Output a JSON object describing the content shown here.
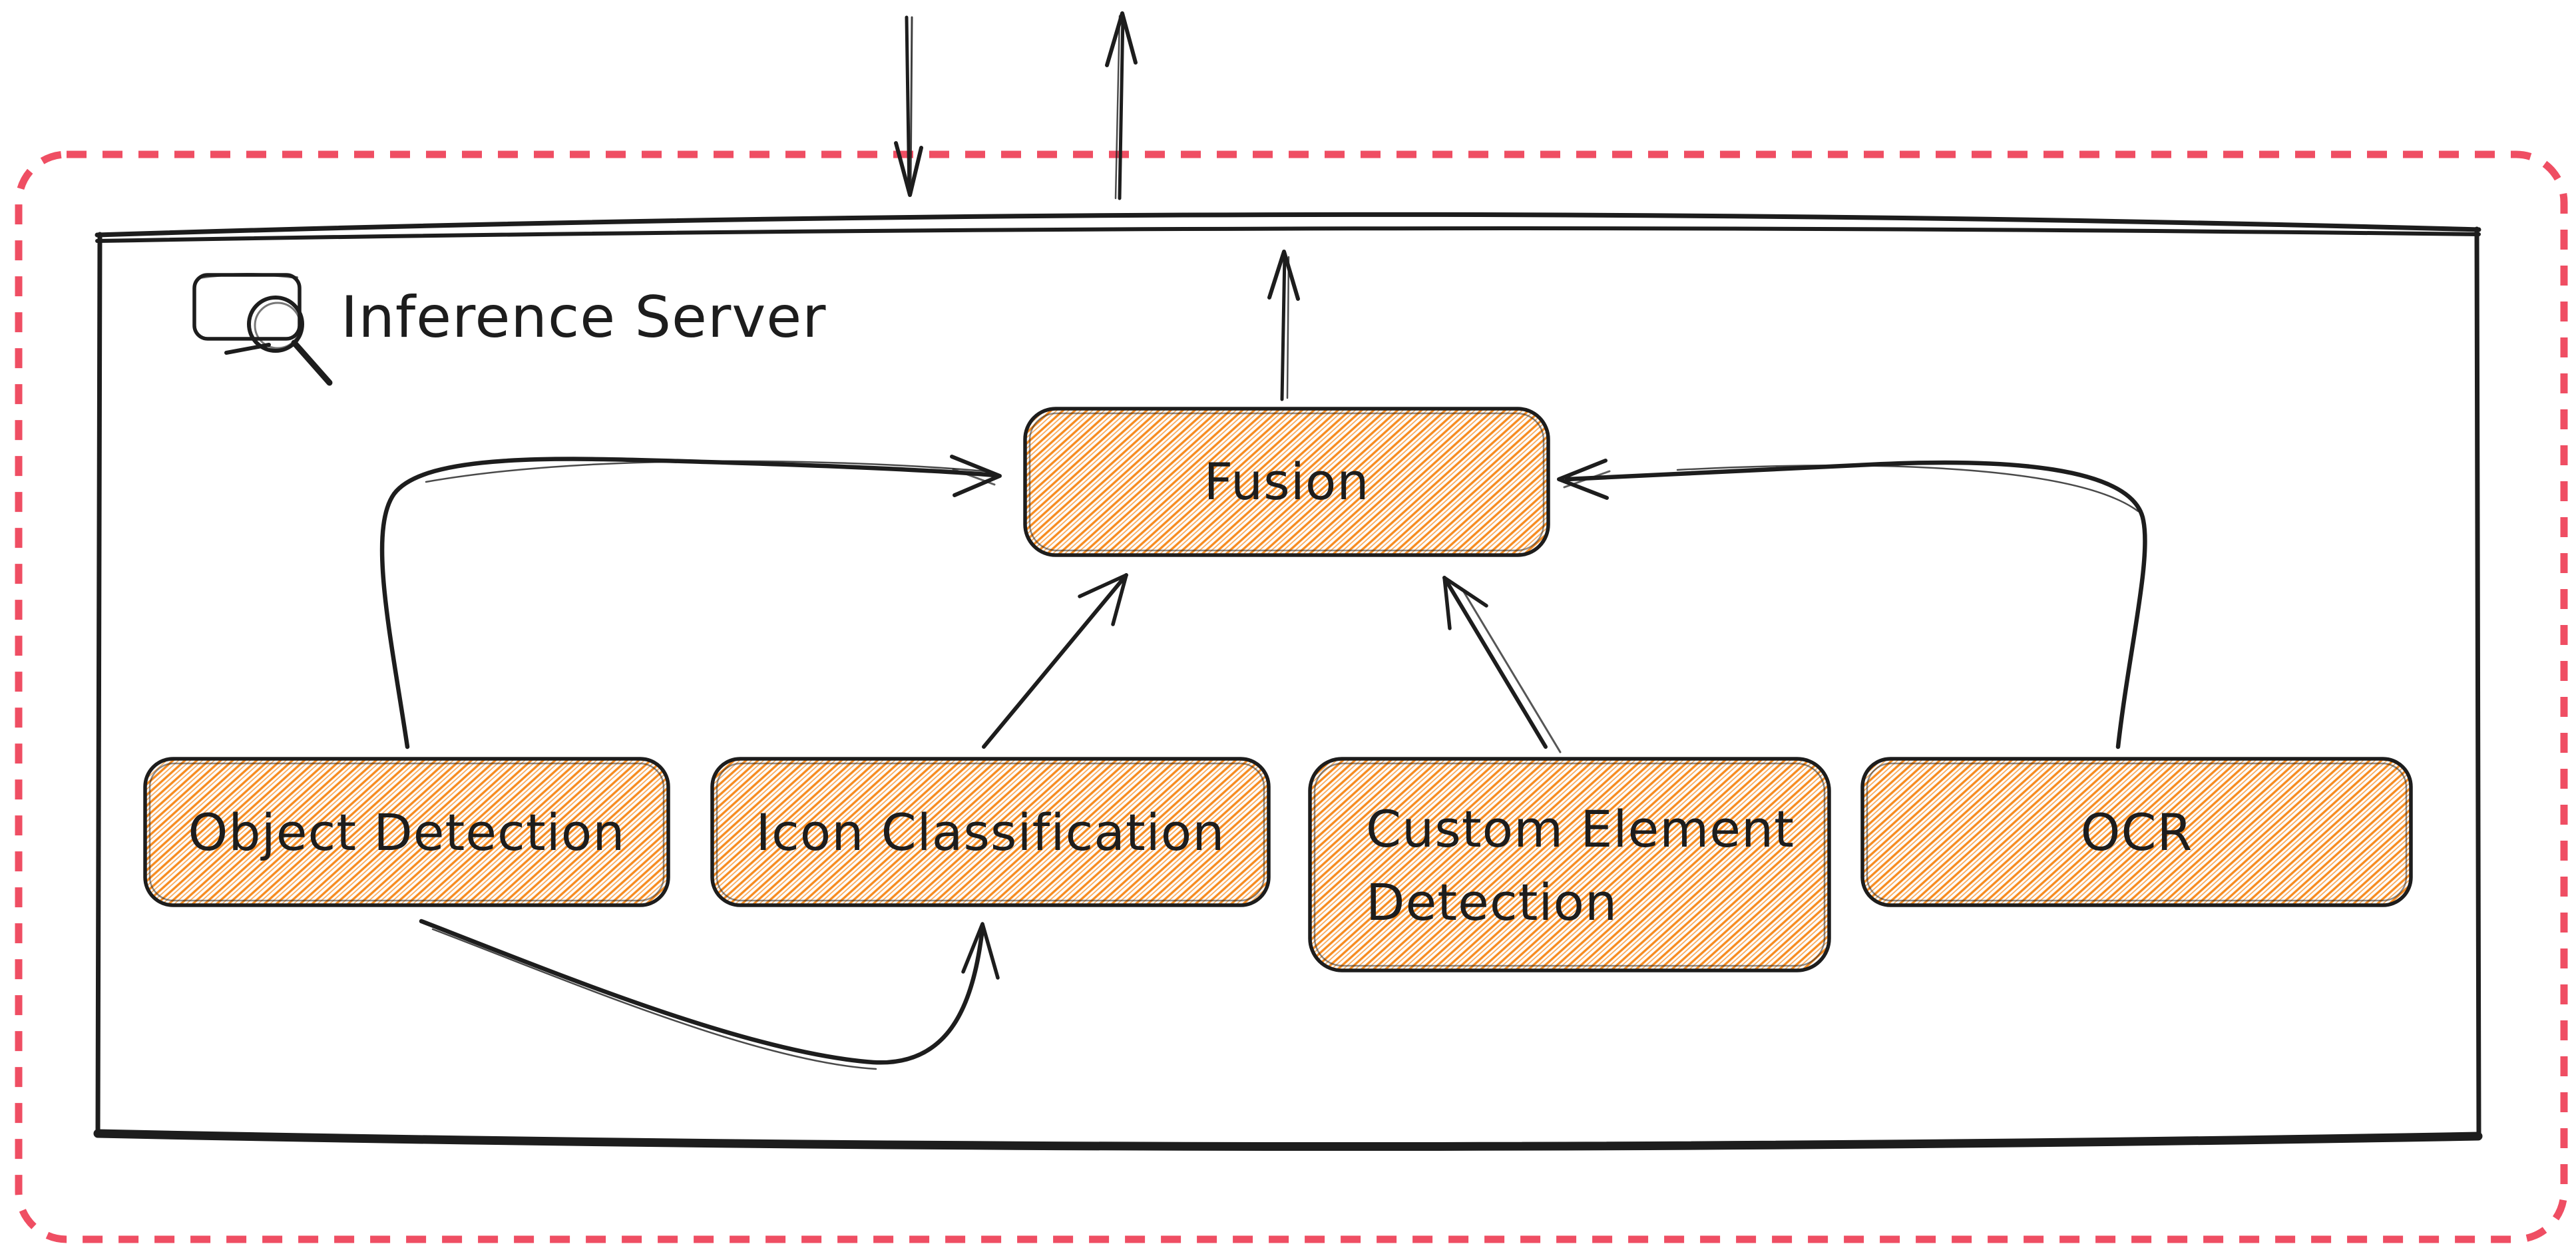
{
  "diagram": {
    "server": {
      "label": "Inference Server",
      "icon": "screenshot-magnifier-icon"
    },
    "nodes": [
      {
        "id": "fusion",
        "label": "Fusion"
      },
      {
        "id": "object-detection",
        "label": "Object Detection"
      },
      {
        "id": "icon-classification",
        "label": "Icon Classification"
      },
      {
        "id": "custom-element-detection",
        "label": "Custom Element Detection",
        "lines": [
          "Custom Element",
          "Detection"
        ]
      },
      {
        "id": "ocr",
        "label": "OCR"
      }
    ],
    "edges": [
      {
        "from": "object-detection",
        "to": "fusion"
      },
      {
        "from": "icon-classification",
        "to": "fusion"
      },
      {
        "from": "custom-element-detection",
        "to": "fusion"
      },
      {
        "from": "ocr",
        "to": "fusion"
      },
      {
        "from": "object-detection",
        "to": "icon-classification"
      },
      {
        "from": "fusion",
        "to": "server-top-edge"
      },
      {
        "from": "outside-top",
        "to": "inference-server",
        "direction": "down"
      },
      {
        "from": "inference-server",
        "to": "outside-top",
        "direction": "up"
      }
    ],
    "colors": {
      "boundary-red": "#ef4e63",
      "hatch-orange": "#f68b1f",
      "ink-black": "#1d1d1d",
      "background": "#ffffff"
    }
  }
}
